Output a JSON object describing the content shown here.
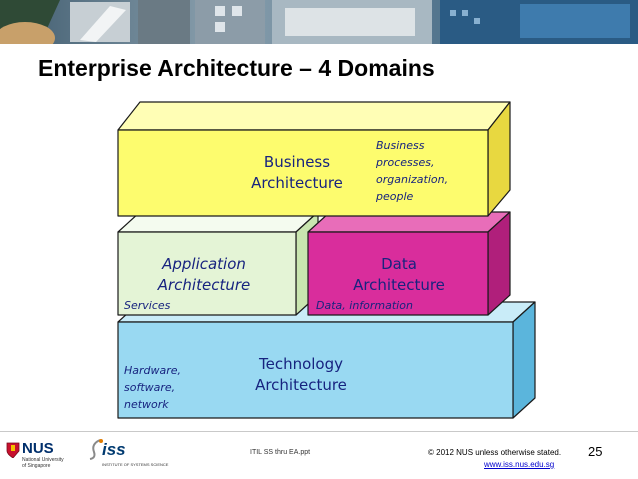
{
  "slide": {
    "title": "Enterprise Architecture – 4 Domains",
    "page_number": "25"
  },
  "domains": {
    "business": {
      "title_line1": "Business",
      "title_line2": "Architecture",
      "note_lines": [
        "Business",
        "processes,",
        "organization,",
        "people"
      ],
      "color": "#fdfc6e"
    },
    "application": {
      "title_line1": "Application",
      "title_line2": "Architecture",
      "note": "Services",
      "color": "#e4f4d6"
    },
    "data": {
      "title_line1": "Data",
      "title_line2": "Architecture",
      "note": "Data, information",
      "color": "#d92d9c"
    },
    "technology": {
      "title_line1": "Technology",
      "title_line2": "Architecture",
      "note_lines": [
        "Hardware,",
        "software,",
        "network"
      ],
      "color": "#99d9f2"
    }
  },
  "footer": {
    "filename": "ITIL SS thru EA.ppt",
    "copyright": "© 2012 NUS unless otherwise stated.",
    "url": "www.iss.nus.edu.sg",
    "nus_logo_text": "NUS",
    "nus_logo_sub1": "National University",
    "nus_logo_sub2": "of Singapore",
    "iss_logo_text": "iss",
    "iss_logo_sub": "INSTITUTE OF SYSTEMS SCIENCE"
  },
  "colors": {
    "title_blue": "#17237f",
    "outline": "#1a1a1a"
  }
}
